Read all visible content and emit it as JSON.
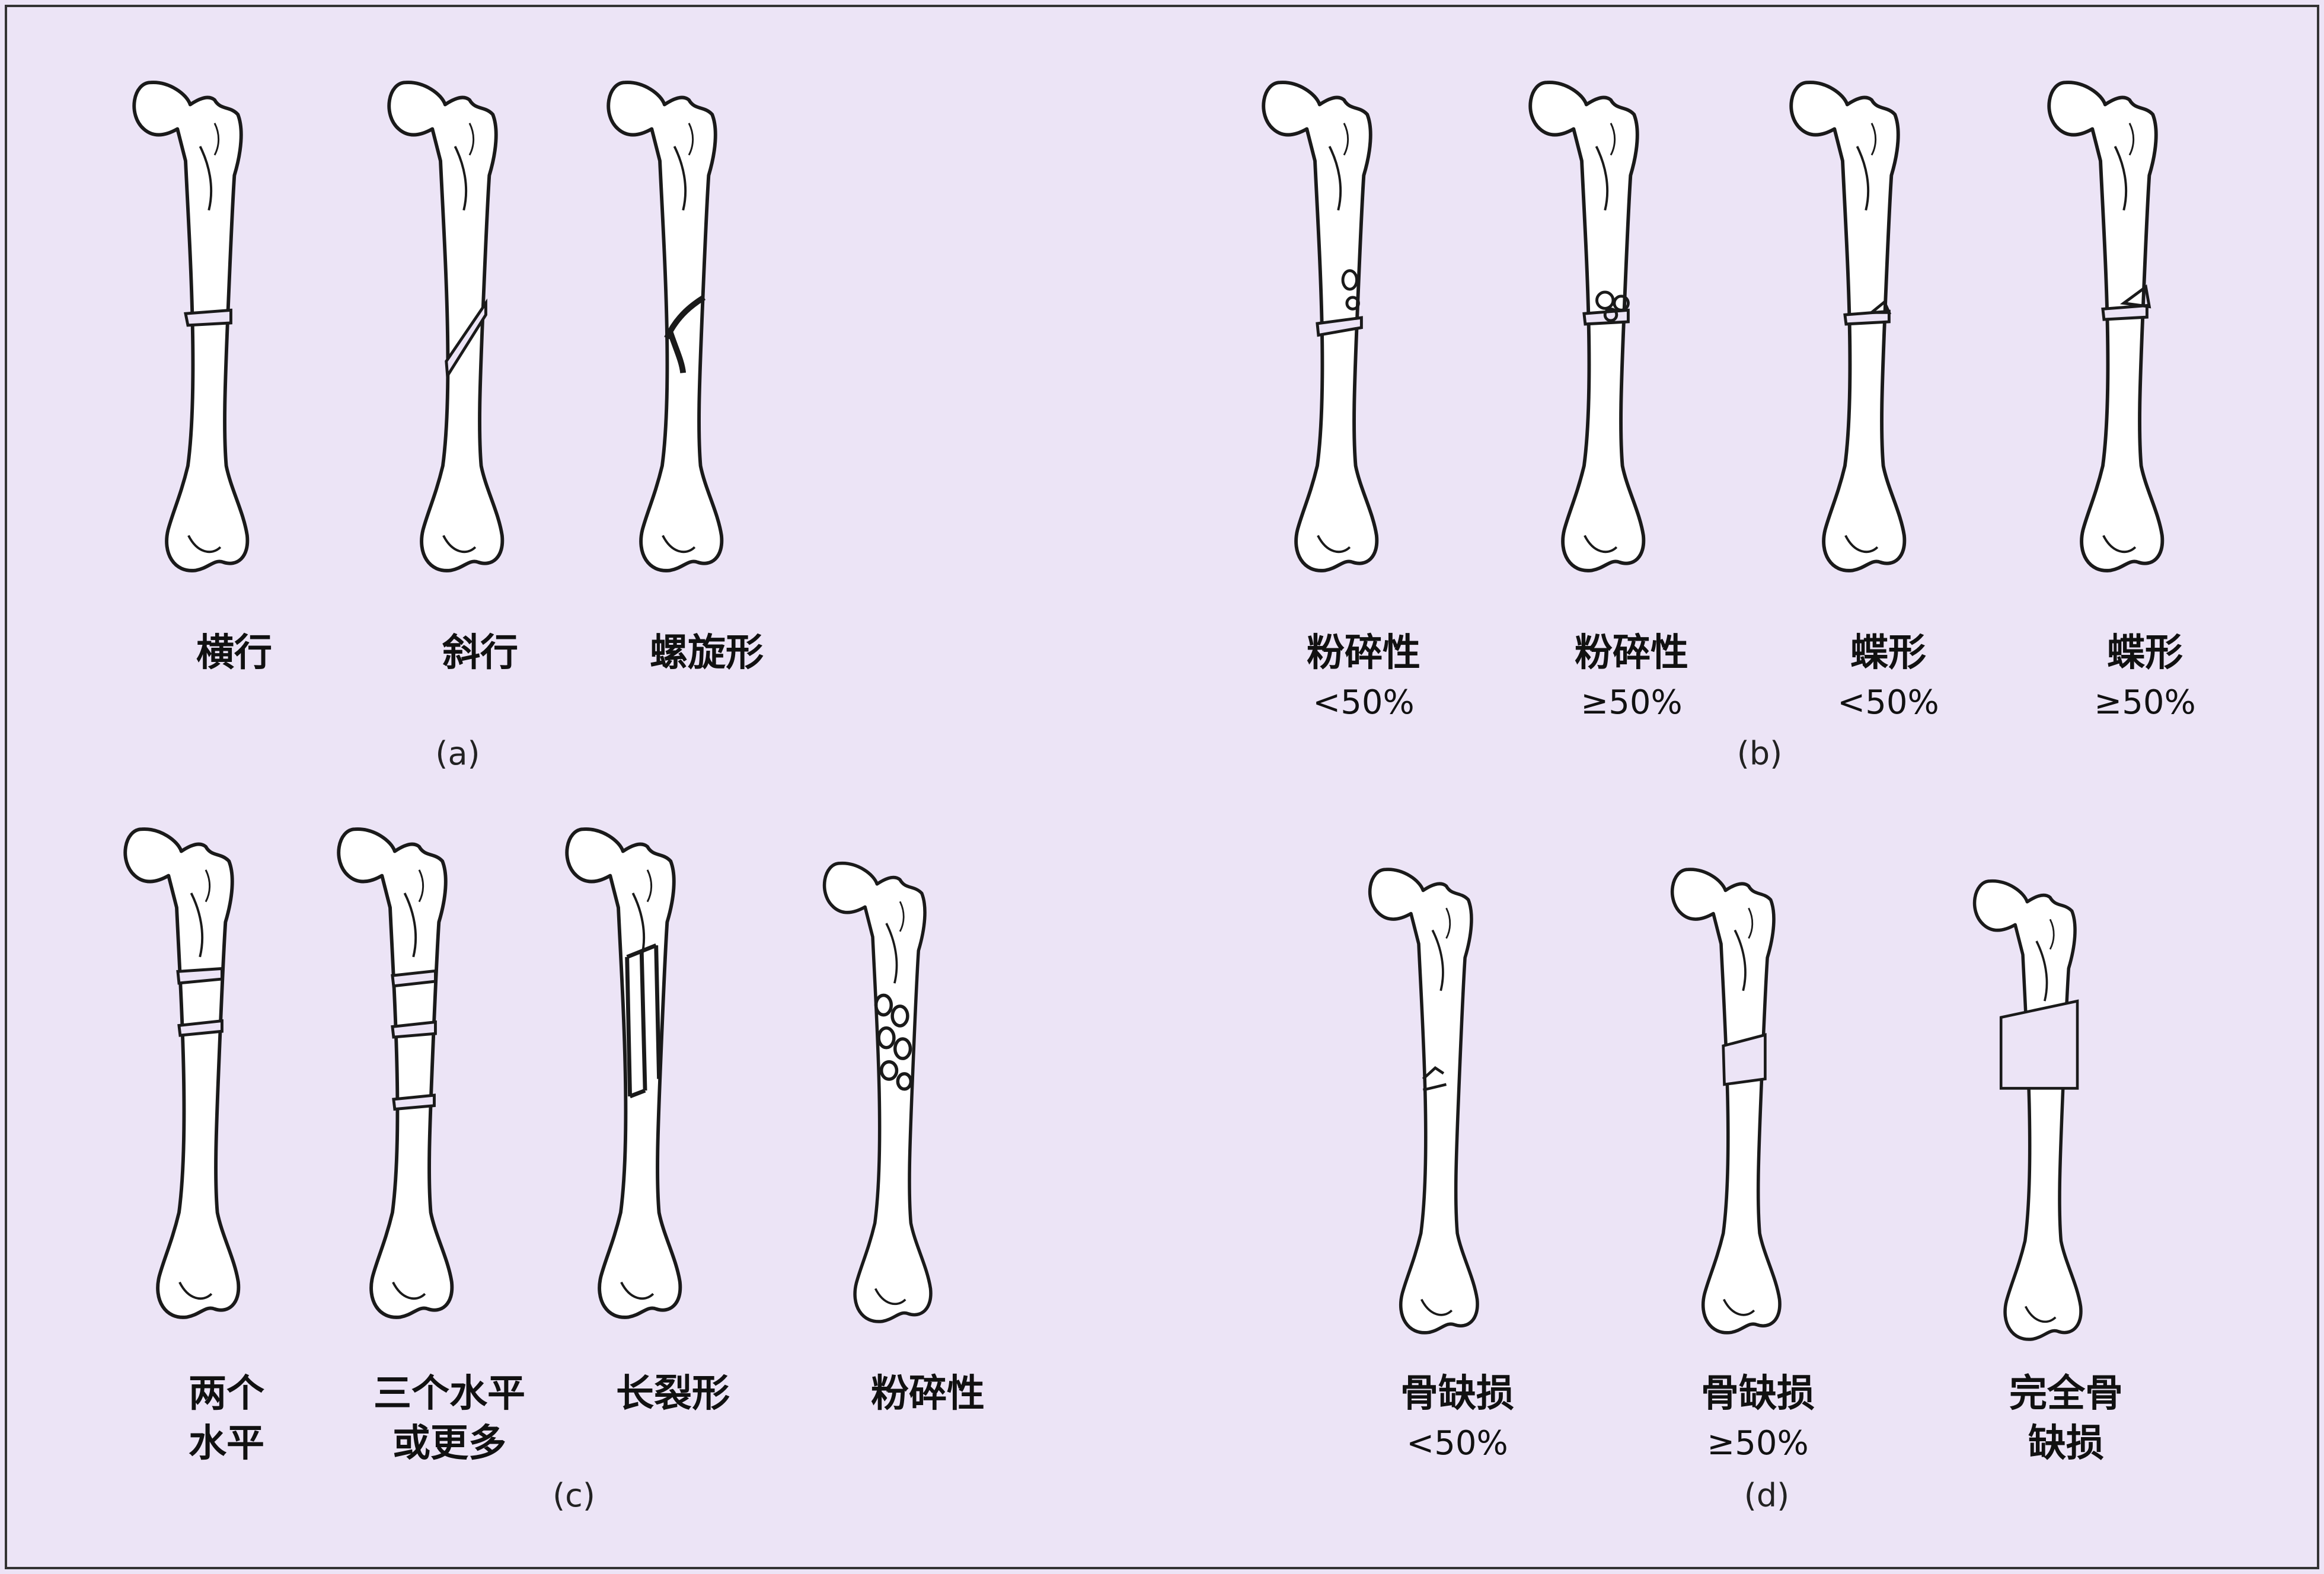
{
  "panels": {
    "a": {
      "label": "(a)",
      "captions": [
        "横行",
        "斜行",
        "螺旋形"
      ]
    },
    "b": {
      "label": "(b)",
      "captions": [
        {
          "line1": "粉碎性",
          "line2": "<50%"
        },
        {
          "line1": "粉碎性",
          "line2": "≥50%"
        },
        {
          "line1": "蝶形",
          "line2": "<50%"
        },
        {
          "line1": "蝶形",
          "line2": "≥50%"
        }
      ]
    },
    "c": {
      "label": "(c)",
      "captions": [
        {
          "line1": "两个",
          "line2": "水平"
        },
        {
          "line1": "三个水平",
          "line2": "或更多"
        },
        {
          "line1": "长裂形",
          "line2": ""
        },
        {
          "line1": "粉碎性",
          "line2": ""
        }
      ]
    },
    "d": {
      "label": "(d)",
      "captions": [
        {
          "line1": "骨缺损",
          "line2": "<50%"
        },
        {
          "line1": "骨缺损",
          "line2": "≥50%"
        },
        {
          "line1": "完全骨",
          "line2": "缺损"
        }
      ]
    }
  },
  "colors": {
    "background": "#ece4f6",
    "bone_fill": "#ffffff",
    "bone_stroke": "#1a1a1a"
  }
}
